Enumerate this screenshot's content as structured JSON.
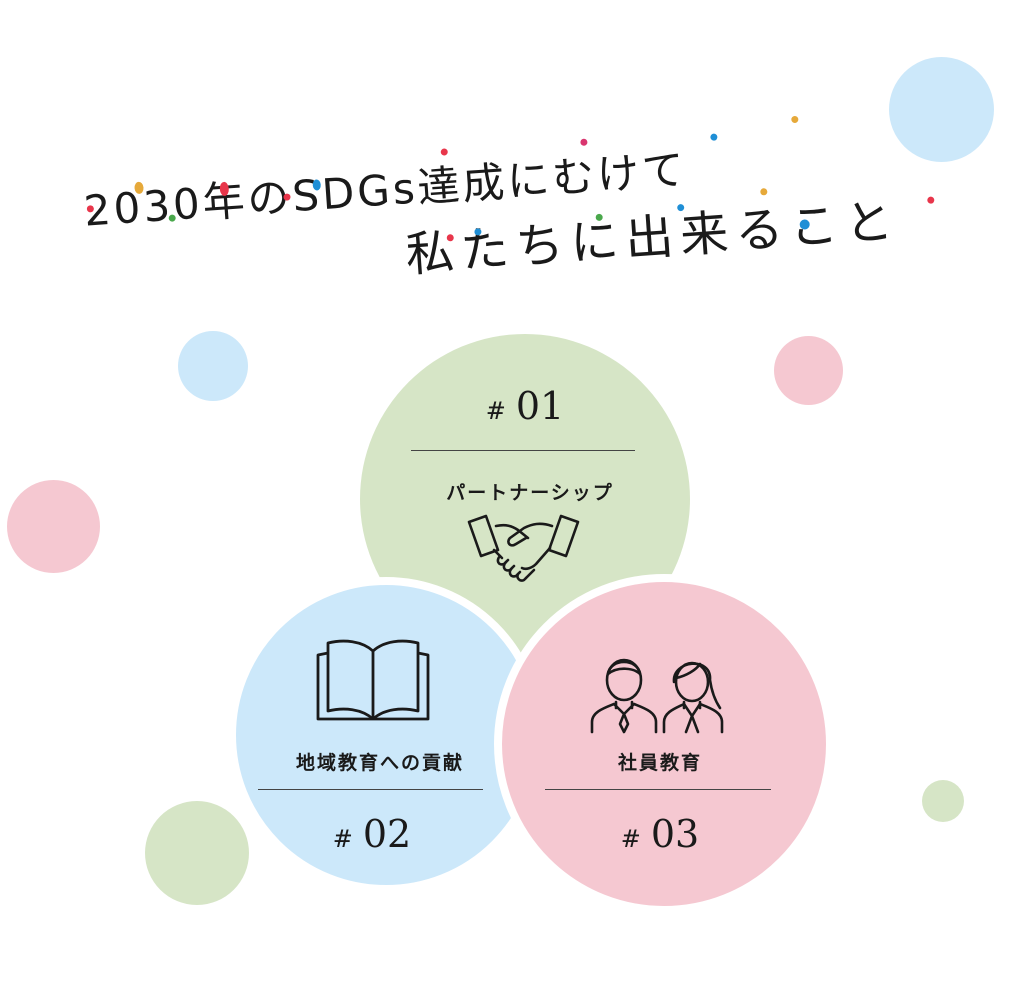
{
  "heading": {
    "line1": "2030年のSDGs達成にむけて",
    "line2": "私たちに出来ること"
  },
  "items": [
    {
      "number": "01",
      "hash": "#",
      "label": "パートナーシップ",
      "icon": "handshake-icon",
      "color": "#d6e5c6"
    },
    {
      "number": "02",
      "hash": "#",
      "label": "地域教育への貢献",
      "icon": "open-book-icon",
      "color": "#cce8fa"
    },
    {
      "number": "03",
      "hash": "#",
      "label": "社員教育",
      "icon": "employees-icon",
      "color": "#f5c8d1"
    }
  ],
  "colors": {
    "green": "#d6e5c6",
    "blue": "#cce8fa",
    "pink": "#f5c8d1",
    "dot_red": "#e8364b",
    "dot_yellow": "#e6a93a",
    "dot_green": "#4aa84c",
    "dot_blue": "#1f8fd6",
    "dot_pink": "#d9356f"
  }
}
